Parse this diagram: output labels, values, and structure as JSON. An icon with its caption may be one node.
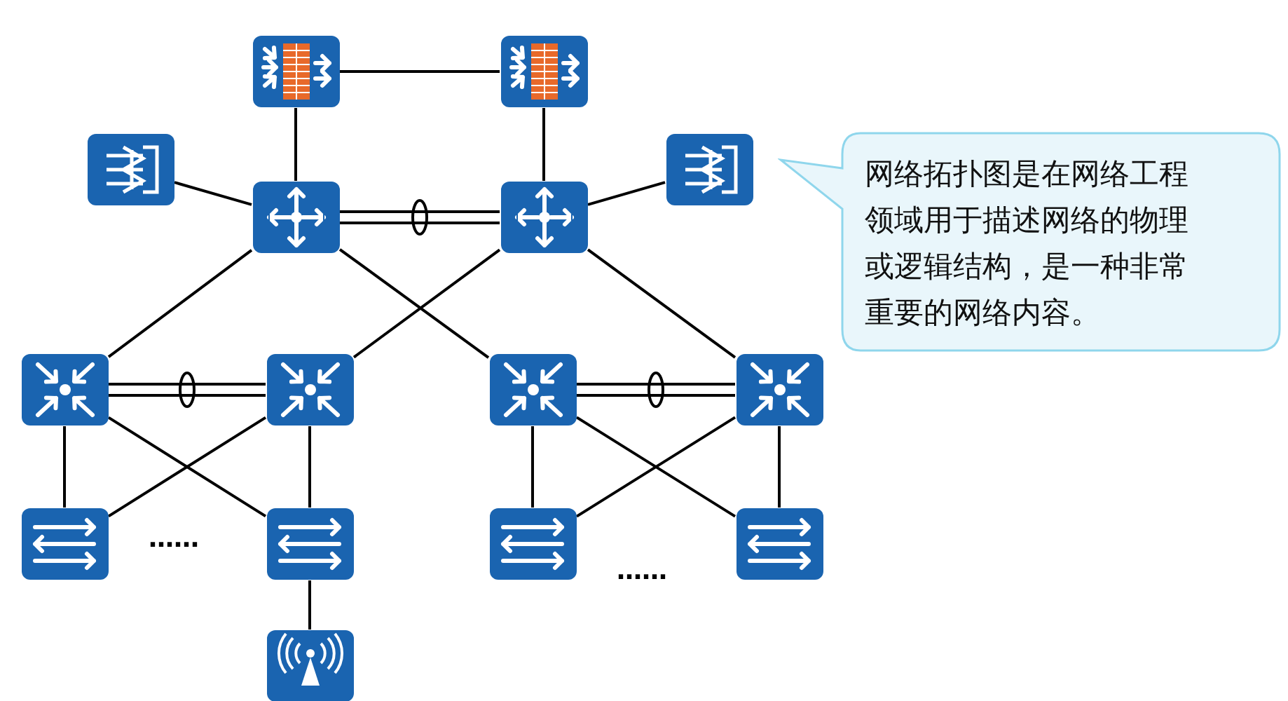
{
  "diagram": {
    "nodes": [
      {
        "text": [],
        "shape": "picture"
      },
      {
        "text": [],
        "shape": "picture"
      },
      {
        "text": [],
        "shape": "picture"
      },
      {
        "text": [],
        "shape": "picture"
      },
      {
        "text": [],
        "shape": "picture"
      },
      {
        "text": [],
        "shape": "picture"
      },
      {
        "text": [],
        "shape": "picture"
      },
      {
        "text": [],
        "shape": "picture"
      },
      {
        "text": [],
        "shape": "picture"
      },
      {
        "text": [],
        "shape": "picture"
      },
      {
        "text": [],
        "shape": "picture"
      },
      {
        "text": [],
        "shape": "picture"
      },
      {
        "text": [],
        "shape": "picture"
      },
      {
        "text": [],
        "shape": "picture"
      },
      {
        "text": [],
        "shape": "picture"
      },
      {
        "text": [
          "网络拓扑图是在网络工程领域用于描述网络的物理或逻辑结构，是一种非常重要的网络内容。"
        ]
      }
    ],
    "edges": [
      {
        "from": 0,
        "to": 1,
        "arrow": "none"
      },
      {
        "from": 0,
        "to": 3,
        "arrow": "none"
      },
      {
        "from": 1,
        "to": 4,
        "arrow": "none"
      },
      {
        "from": 2,
        "to": 3,
        "arrow": "none"
      },
      {
        "from": 4,
        "to": 5,
        "arrow": "none"
      },
      {
        "from": 3,
        "to": 4,
        "arrow": "none"
      },
      {
        "from": 3,
        "to": 6,
        "arrow": "none"
      },
      {
        "from": 3,
        "to": 8,
        "arrow": "none"
      },
      {
        "from": 4,
        "to": 7,
        "arrow": "none"
      },
      {
        "from": 4,
        "to": 9,
        "arrow": "none"
      },
      {
        "from": 6,
        "to": 7,
        "arrow": "none"
      },
      {
        "from": 8,
        "to": 9,
        "arrow": "none"
      },
      {
        "from": 6,
        "to": 10,
        "arrow": "none"
      },
      {
        "from": 6,
        "to": 11,
        "arrow": "none"
      },
      {
        "from": 7,
        "to": 10,
        "arrow": "none"
      },
      {
        "from": 7,
        "to": 11,
        "arrow": "none"
      },
      {
        "from": 8,
        "to": 12,
        "arrow": "none"
      },
      {
        "from": 8,
        "to": 13,
        "arrow": "none"
      },
      {
        "from": 9,
        "to": 12,
        "arrow": "none"
      },
      {
        "from": 9,
        "to": 13,
        "arrow": "none"
      },
      {
        "from": 11,
        "to": 14,
        "arrow": "none"
      }
    ],
    "labels": [
      "……",
      "……"
    ]
  }
}
